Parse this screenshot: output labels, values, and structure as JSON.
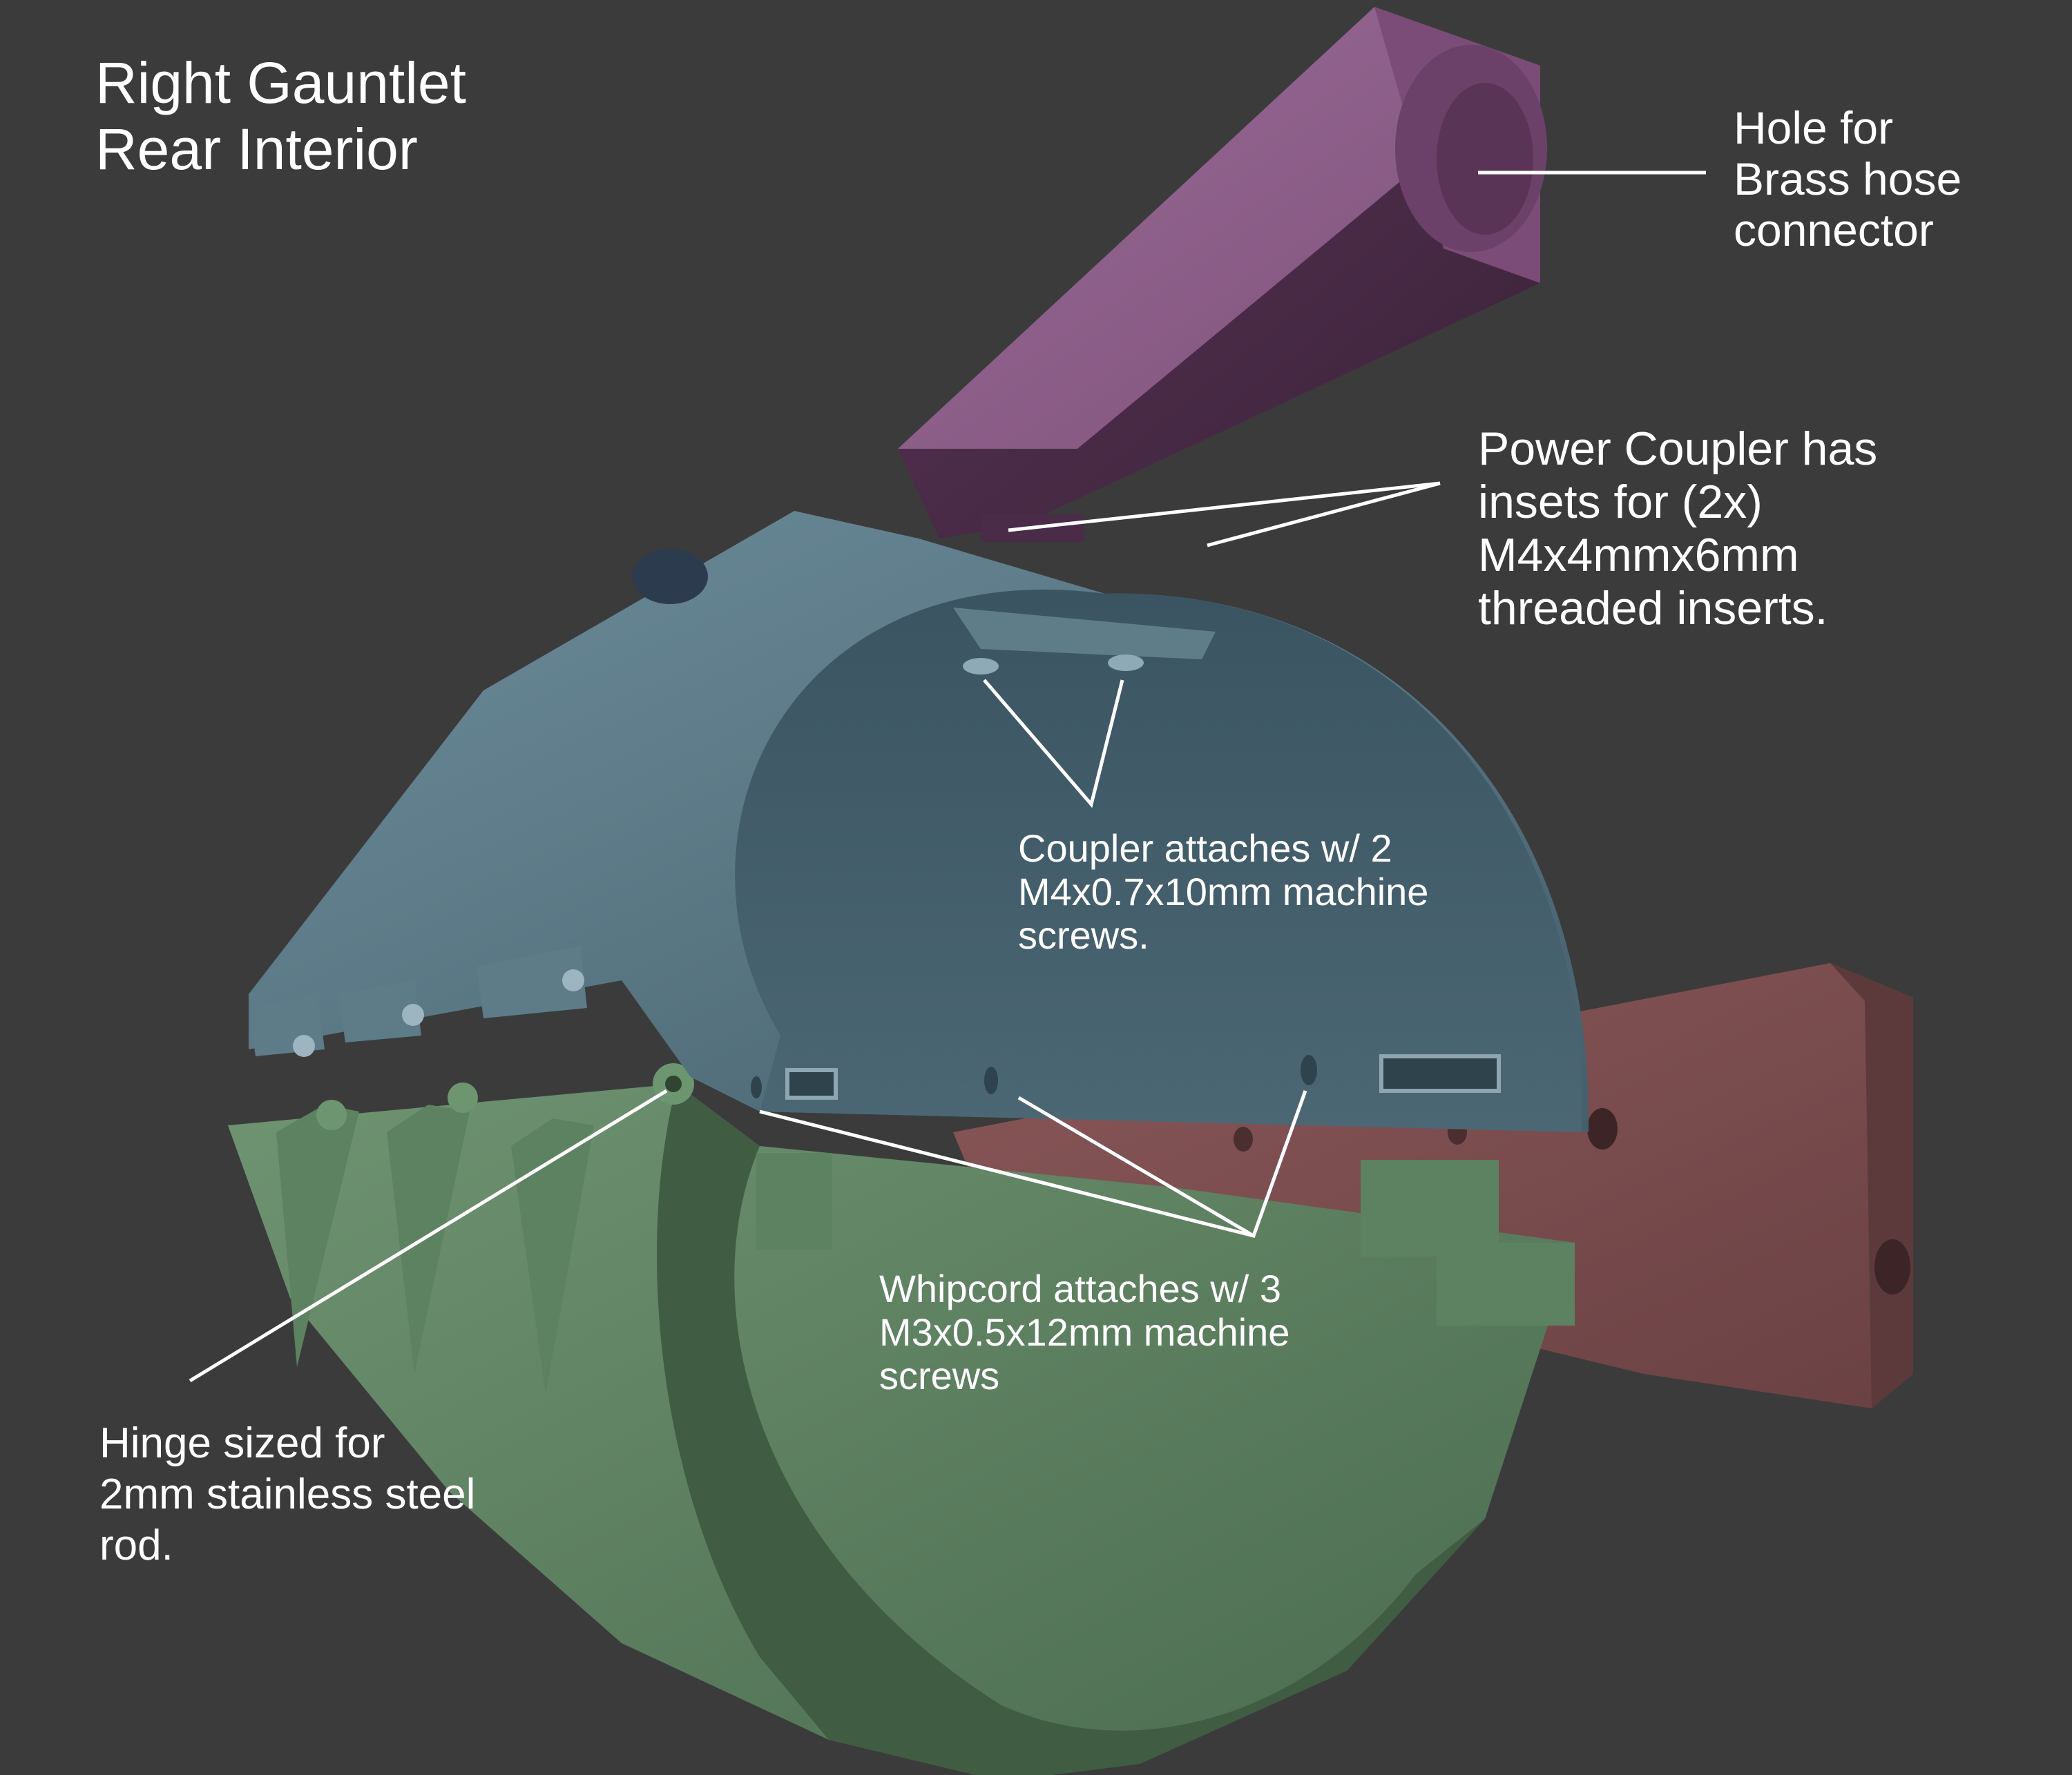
{
  "title": "Right Gauntlet\nRear Interior",
  "callouts": {
    "hole": "Hole for\nBrass hose\nconnector",
    "power_coupler": "Power Coupler has\ninsets for (2x)\nM4x4mmx6mm\nthreaded inserts.",
    "coupler_screws": "Coupler attaches w/ 2\nM4x0.7x10mm machine\nscrews.",
    "whipcord": "Whipcord attaches w/ 3\nM3x0.5x12mm machine\nscrews",
    "hinge": "Hinge sized for\n2mm stainless steel\nrod."
  },
  "colors": {
    "background": "#3b3b3b",
    "power_coupler": "#8a5a88",
    "upper_shell": "#4e6b78",
    "lower_shell": "#56775a",
    "whipcord_bracket": "#7a4f50",
    "leader_lines": "#ffffff"
  }
}
